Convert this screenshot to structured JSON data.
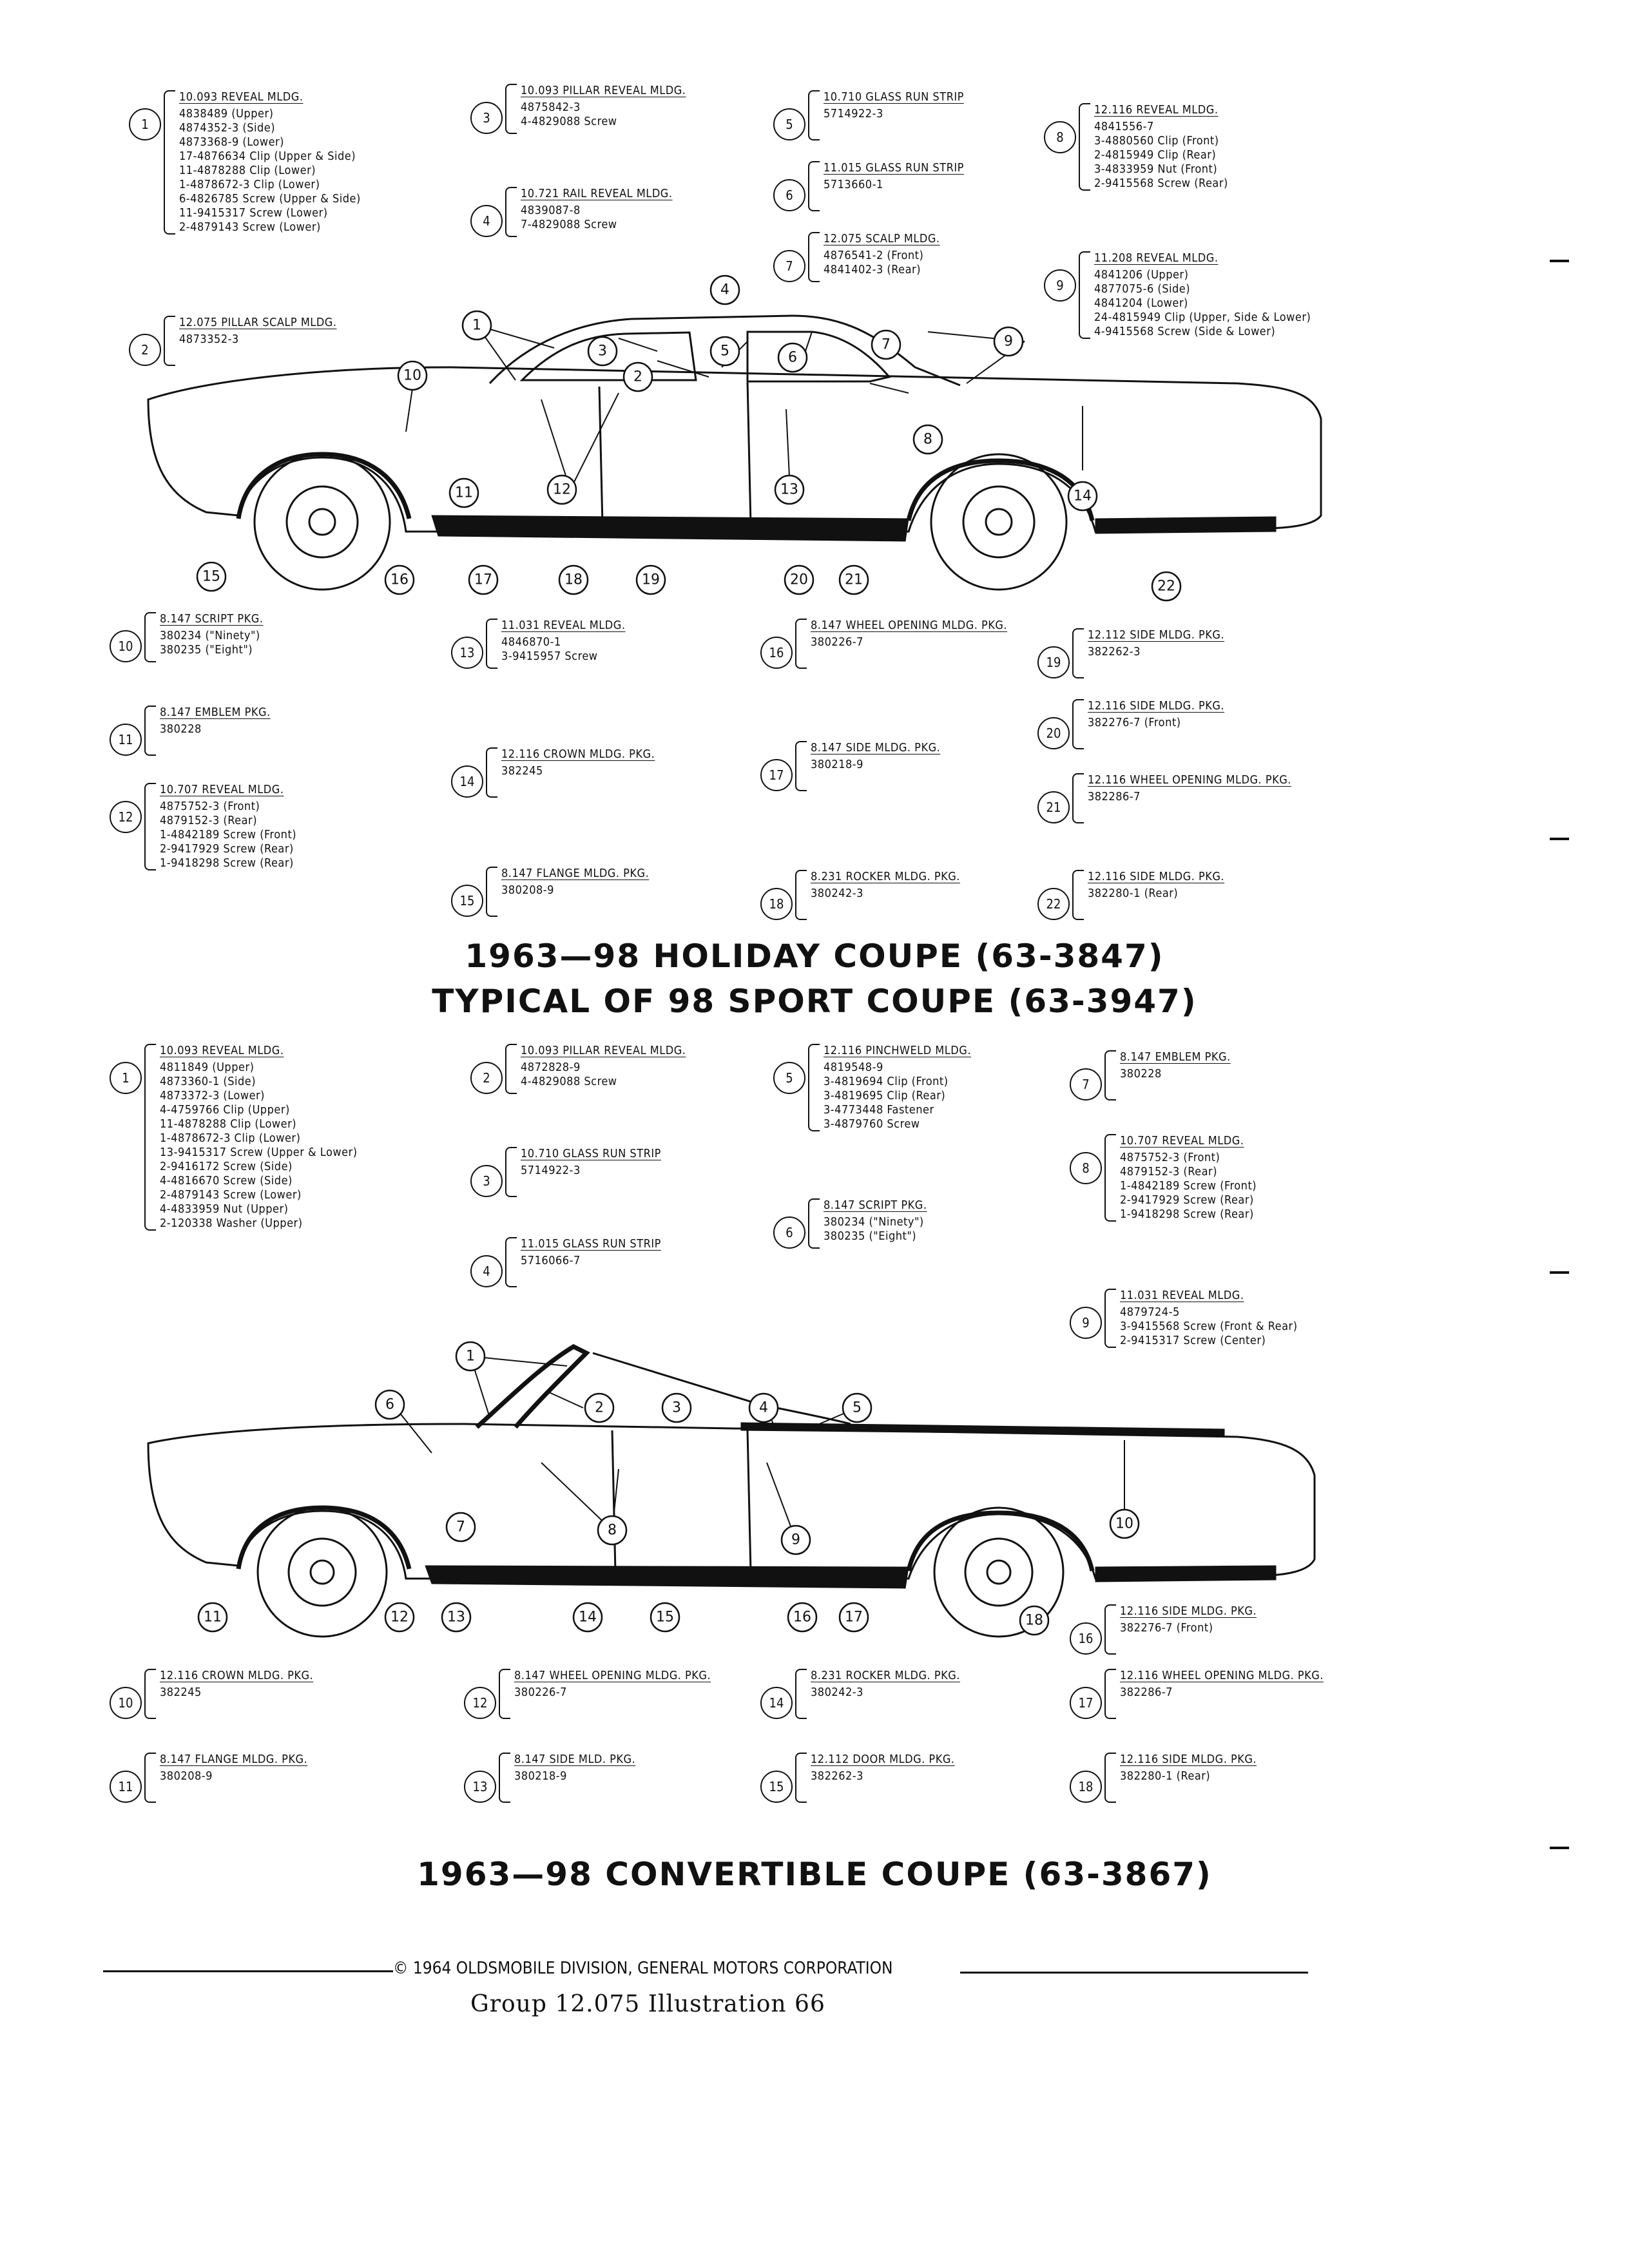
{
  "top": {
    "title_line1": "1963—98 HOLIDAY COUPE (63-3847)",
    "title_line2": "TYPICAL OF 98 SPORT COUPE (63-3947)",
    "callouts_upper": [
      {
        "num": "1",
        "head": "10.093 REVEAL MLDG.",
        "lines": [
          "4838489 (Upper)",
          "4874352-3 (Side)",
          "4873368-9 (Lower)",
          "17-4876634 Clip (Upper & Side)",
          "11-4878288 Clip (Lower)",
          "1-4878672-3 Clip (Lower)",
          "6-4826785 Screw (Upper & Side)",
          "11-9415317 Screw (Lower)",
          "2-4879143 Screw (Lower)"
        ]
      },
      {
        "num": "2",
        "head": "12.075 PILLAR SCALP MLDG.",
        "lines": [
          "4873352-3"
        ]
      },
      {
        "num": "3",
        "head": "10.093 PILLAR REVEAL MLDG.",
        "lines": [
          "4875842-3",
          "4-4829088 Screw"
        ]
      },
      {
        "num": "4",
        "head": "10.721 RAIL REVEAL MLDG.",
        "lines": [
          "4839087-8",
          "7-4829088 Screw"
        ]
      },
      {
        "num": "5",
        "head": "10.710 GLASS RUN STRIP",
        "lines": [
          "5714922-3"
        ]
      },
      {
        "num": "6",
        "head": "11.015 GLASS RUN STRIP",
        "lines": [
          "5713660-1"
        ]
      },
      {
        "num": "7",
        "head": "12.075 SCALP MLDG.",
        "lines": [
          "4876541-2 (Front)",
          "4841402-3 (Rear)"
        ]
      },
      {
        "num": "8",
        "head": "12.116 REVEAL MLDG.",
        "lines": [
          "4841556-7",
          "3-4880560 Clip (Front)",
          "2-4815949 Clip (Rear)",
          "3-4833959 Nut (Front)",
          "2-9415568 Screw (Rear)"
        ]
      },
      {
        "num": "9",
        "head": "11.208 REVEAL MLDG.",
        "lines": [
          "4841206 (Upper)",
          "4877075-6 (Side)",
          "4841204 (Lower)",
          "24-4815949 Clip (Upper, Side & Lower)",
          "4-9415568 Screw (Side & Lower)"
        ]
      }
    ],
    "callouts_lower": [
      {
        "num": "10",
        "head": "8.147 SCRIPT PKG.",
        "lines": [
          "380234 (\"Ninety\")",
          "380235 (\"Eight\")"
        ]
      },
      {
        "num": "11",
        "head": "8.147 EMBLEM PKG.",
        "lines": [
          "380228"
        ]
      },
      {
        "num": "12",
        "head": "10.707 REVEAL MLDG.",
        "lines": [
          "4875752-3 (Front)",
          "4879152-3 (Rear)",
          "1-4842189 Screw (Front)",
          "2-9417929 Screw (Rear)",
          "1-9418298 Screw (Rear)"
        ]
      },
      {
        "num": "13",
        "head": "11.031 REVEAL MLDG.",
        "lines": [
          "4846870-1",
          "3-9415957 Screw"
        ]
      },
      {
        "num": "14",
        "head": "12.116 CROWN MLDG. PKG.",
        "lines": [
          "382245"
        ]
      },
      {
        "num": "15",
        "head": "8.147 FLANGE MLDG. PKG.",
        "lines": [
          "380208-9"
        ]
      },
      {
        "num": "16",
        "head": "8.147 WHEEL OPENING MLDG. PKG.",
        "lines": [
          "380226-7"
        ]
      },
      {
        "num": "17",
        "head": "8.147 SIDE MLDG. PKG.",
        "lines": [
          "380218-9"
        ]
      },
      {
        "num": "18",
        "head": "8.231 ROCKER MLDG. PKG.",
        "lines": [
          "380242-3"
        ]
      },
      {
        "num": "19",
        "head": "12.112 SIDE MLDG. PKG.",
        "lines": [
          "382262-3"
        ]
      },
      {
        "num": "20",
        "head": "12.116 SIDE MLDG. PKG.",
        "lines": [
          "382276-7 (Front)"
        ]
      },
      {
        "num": "21",
        "head": "12.116 WHEEL OPENING MLDG. PKG.",
        "lines": [
          "382286-7"
        ]
      },
      {
        "num": "22",
        "head": "12.116 SIDE MLDG. PKG.",
        "lines": [
          "382280-1 (Rear)"
        ]
      }
    ],
    "diagram_labels": [
      "1",
      "2",
      "3",
      "4",
      "5",
      "6",
      "7",
      "8",
      "9",
      "10",
      "11",
      "12",
      "13",
      "14",
      "15",
      "16",
      "17",
      "18",
      "19",
      "20",
      "21",
      "22"
    ]
  },
  "bottom": {
    "title": "1963—98 CONVERTIBLE COUPE (63-3867)",
    "callouts_upper": [
      {
        "num": "1",
        "head": "10.093 REVEAL MLDG.",
        "lines": [
          "4811849 (Upper)",
          "4873360-1 (Side)",
          "4873372-3 (Lower)",
          "4-4759766 Clip (Upper)",
          "11-4878288 Clip (Lower)",
          "1-4878672-3 Clip (Lower)",
          "13-9415317 Screw (Upper & Lower)",
          "2-9416172 Screw (Side)",
          "4-4816670 Screw (Side)",
          "2-4879143 Screw (Lower)",
          "4-4833959 Nut (Upper)",
          "2-120338 Washer (Upper)"
        ]
      },
      {
        "num": "2",
        "head": "10.093 PILLAR REVEAL MLDG.",
        "lines": [
          "4872828-9",
          "4-4829088 Screw"
        ]
      },
      {
        "num": "3",
        "head": "10.710 GLASS RUN STRIP",
        "lines": [
          "5714922-3"
        ]
      },
      {
        "num": "4",
        "head": "11.015 GLASS RUN STRIP",
        "lines": [
          "5716066-7"
        ]
      },
      {
        "num": "5",
        "head": "12.116 PINCHWELD MLDG.",
        "lines": [
          "4819548-9",
          "3-4819694 Clip (Front)",
          "3-4819695 Clip (Rear)",
          "3-4773448 Fastener",
          "3-4879760 Screw"
        ]
      },
      {
        "num": "6",
        "head": "8.147 SCRIPT PKG.",
        "lines": [
          "380234 (\"Ninety\")",
          "380235 (\"Eight\")"
        ]
      },
      {
        "num": "7",
        "head": "8.147 EMBLEM PKG.",
        "lines": [
          "380228"
        ]
      },
      {
        "num": "8",
        "head": "10.707 REVEAL MLDG.",
        "lines": [
          "4875752-3 (Front)",
          "4879152-3 (Rear)",
          "1-4842189 Screw (Front)",
          "2-9417929 Screw (Rear)",
          "1-9418298 Screw (Rear)"
        ]
      },
      {
        "num": "9",
        "head": "11.031 REVEAL MLDG.",
        "lines": [
          "4879724-5",
          "3-9415568 Screw (Front & Rear)",
          "2-9415317 Screw (Center)"
        ]
      }
    ],
    "callouts_lower": [
      {
        "num": "10",
        "head": "12.116 CROWN MLDG. PKG.",
        "lines": [
          "382245"
        ]
      },
      {
        "num": "11",
        "head": "8.147 FLANGE MLDG. PKG.",
        "lines": [
          "380208-9"
        ]
      },
      {
        "num": "12",
        "head": "8.147 WHEEL OPENING MLDG. PKG.",
        "lines": [
          "380226-7"
        ]
      },
      {
        "num": "13",
        "head": "8.147 SIDE MLD. PKG.",
        "lines": [
          "380218-9"
        ]
      },
      {
        "num": "14",
        "head": "8.231 ROCKER MLDG. PKG.",
        "lines": [
          "380242-3"
        ]
      },
      {
        "num": "15",
        "head": "12.112 DOOR MLDG. PKG.",
        "lines": [
          "382262-3"
        ]
      },
      {
        "num": "16",
        "head": "12.116 SIDE MLDG. PKG.",
        "lines": [
          "382276-7 (Front)"
        ]
      },
      {
        "num": "17",
        "head": "12.116 WHEEL OPENING MLDG. PKG.",
        "lines": [
          "382286-7"
        ]
      },
      {
        "num": "18",
        "head": "12.116 SIDE MLDG. PKG.",
        "lines": [
          "382280-1 (Rear)"
        ]
      }
    ],
    "diagram_labels": [
      "1",
      "2",
      "3",
      "4",
      "5",
      "6",
      "7",
      "8",
      "9",
      "10",
      "11",
      "12",
      "13",
      "14",
      "15",
      "16",
      "17",
      "18"
    ]
  },
  "footer": {
    "copyright": "© 1964 OLDSMOBILE DIVISION, GENERAL MOTORS CORPORATION",
    "group_line": "Group 12.075 Illustration 66"
  }
}
